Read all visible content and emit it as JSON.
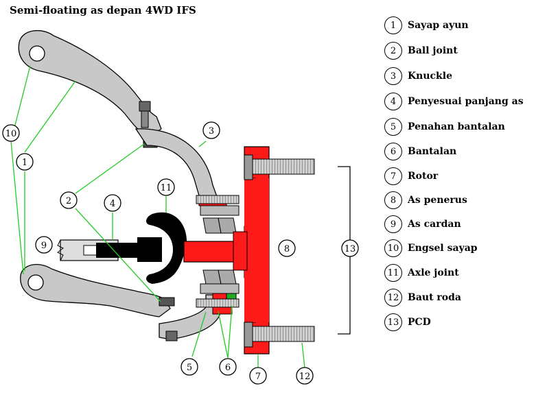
{
  "title": "Semi-floating as depan 4WD IFS",
  "legend": [
    {
      "num": "1",
      "label": "Sayap ayun"
    },
    {
      "num": "2",
      "label": "Ball joint"
    },
    {
      "num": "3",
      "label": "Knuckle"
    },
    {
      "num": "4",
      "label": "Penyesuai panjang as"
    },
    {
      "num": "5",
      "label": "Penahan bantalan"
    },
    {
      "num": "6",
      "label": "Bantalan"
    },
    {
      "num": "7",
      "label": "Rotor"
    },
    {
      "num": "8",
      "label": "As penerus"
    },
    {
      "num": "9",
      "label": "As cardan"
    },
    {
      "num": "10",
      "label": "Engsel sayap"
    },
    {
      "num": "11",
      "label": "Axle joint"
    },
    {
      "num": "12",
      "label": "Baut roda"
    },
    {
      "num": "13",
      "label": "PCD"
    }
  ],
  "callouts": [
    "10",
    "1",
    "2",
    "3",
    "4",
    "9",
    "11",
    "8",
    "13",
    "5",
    "6",
    "7",
    "12"
  ],
  "colors": {
    "arm": "#c8c8c8",
    "hub": "#ff1a1a",
    "joint": "#000000",
    "leader": "#22cc22",
    "outline": "#000000"
  }
}
